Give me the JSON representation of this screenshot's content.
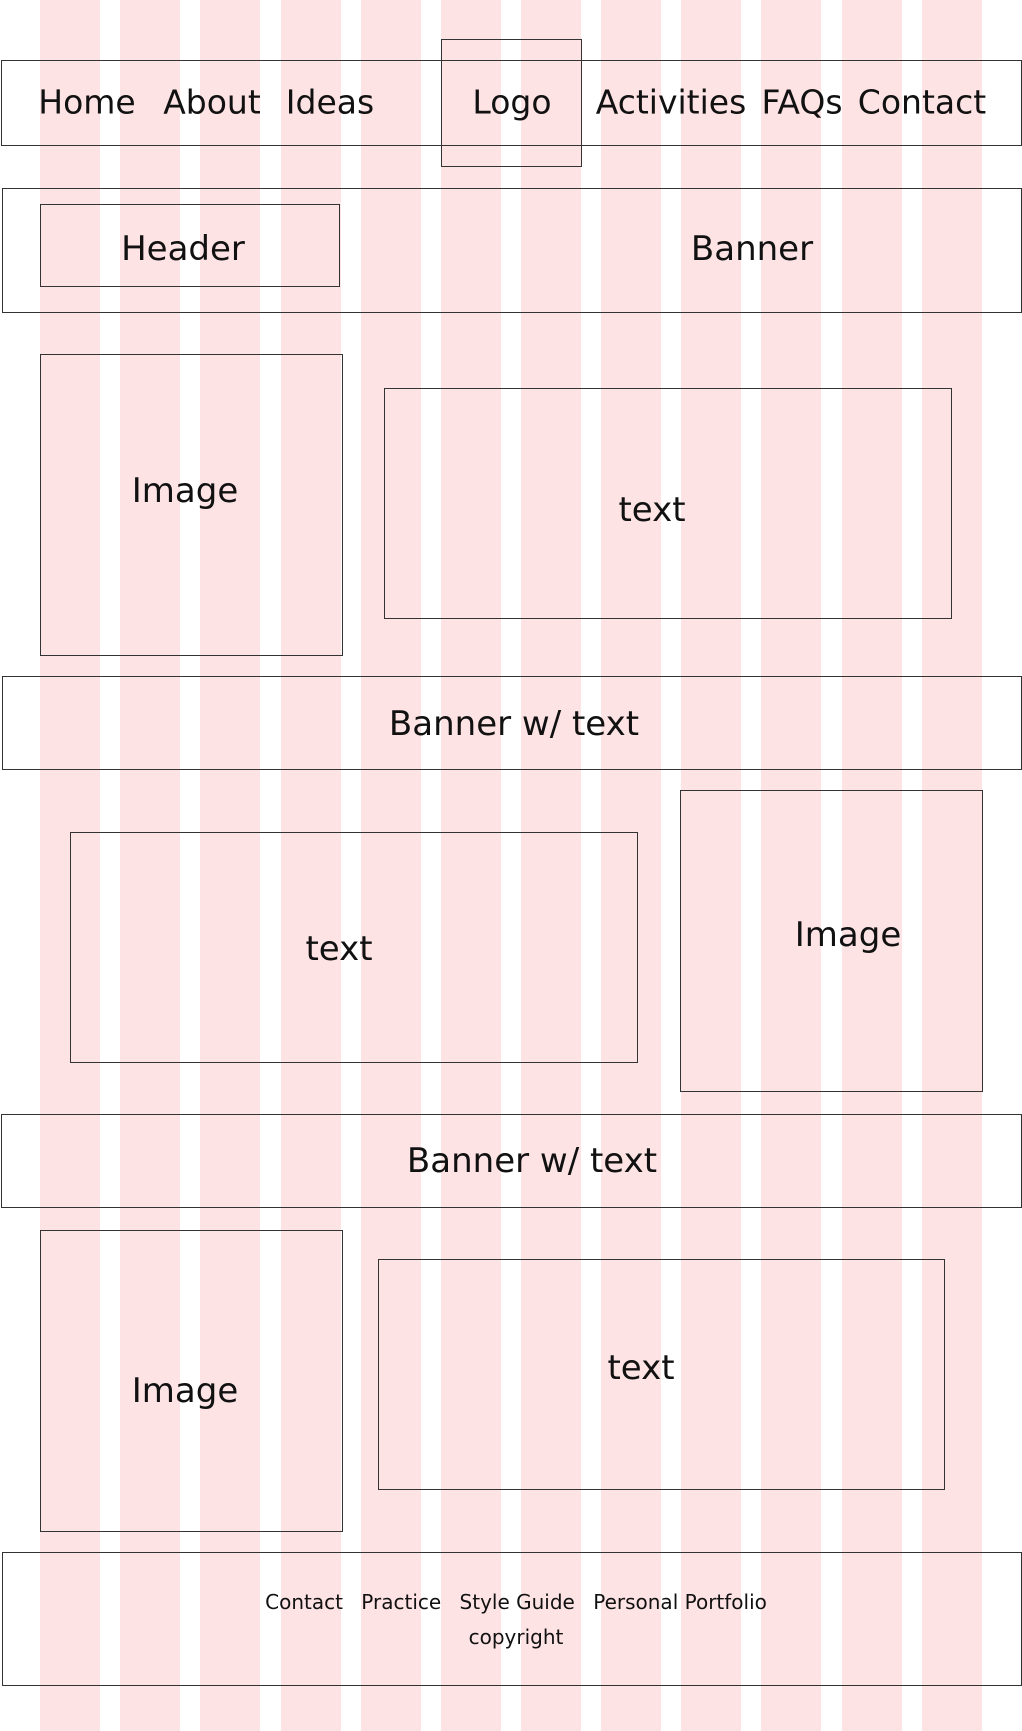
{
  "grid": {
    "column_count": 12,
    "column_color": "#fde3e4"
  },
  "nav": {
    "left_items": [
      "Home",
      "About",
      "Ideas"
    ],
    "logo": "Logo",
    "right_items": [
      "Activities",
      "FAQs",
      "Contact"
    ]
  },
  "hero": {
    "header": "Header",
    "banner": "Banner"
  },
  "section1": {
    "image": "Image",
    "text": "text"
  },
  "banner1": {
    "text": "Banner w/ text"
  },
  "section2": {
    "text": "text",
    "image": "Image"
  },
  "banner2": {
    "text": "Banner w/ text"
  },
  "section3": {
    "image": "Image",
    "text": "text"
  },
  "footer": {
    "links": [
      "Contact",
      "Practice",
      "Style Guide",
      "Personal Portfolio"
    ],
    "copyright": "copyright"
  }
}
